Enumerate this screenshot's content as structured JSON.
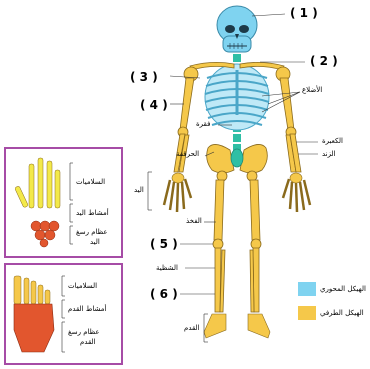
{
  "colors": {
    "axial": "#7fd3f0",
    "appendicular": "#f5c84a",
    "bone_outline": "#8a6a1c",
    "carpal": "#e2562e",
    "inset_border": "#a64ca6",
    "finger": "#f3e94a"
  },
  "numbers": [
    "( 1 )",
    "( 2 )",
    "( 3 )",
    "( 4 )",
    "( 5 )",
    "( 6 )"
  ],
  "labels": {
    "ribs": "الأضلاع",
    "vertebra": "فقرة",
    "pelvis": "الحرقفة",
    "radius": "الكعبرة",
    "ulna": "الزند",
    "hand": "اليد",
    "femur": "الفخذ",
    "patella": "الشظية",
    "foot": "القدم"
  },
  "hand_inset": {
    "phalanges": "السلاميات",
    "metacarpals": "أمشاط اليد",
    "carpals_line1": "عظام رسغ",
    "carpals_line2": "اليد"
  },
  "foot_inset": {
    "phalanges": "السلاميات",
    "metatarsals": "أمشاط القدم",
    "tarsals_line1": "عظام رسغ",
    "tarsals_line2": "القدم"
  },
  "legend": {
    "axial": "الهيكل المحوري",
    "appendicular": "الهيكل الطرفي"
  }
}
